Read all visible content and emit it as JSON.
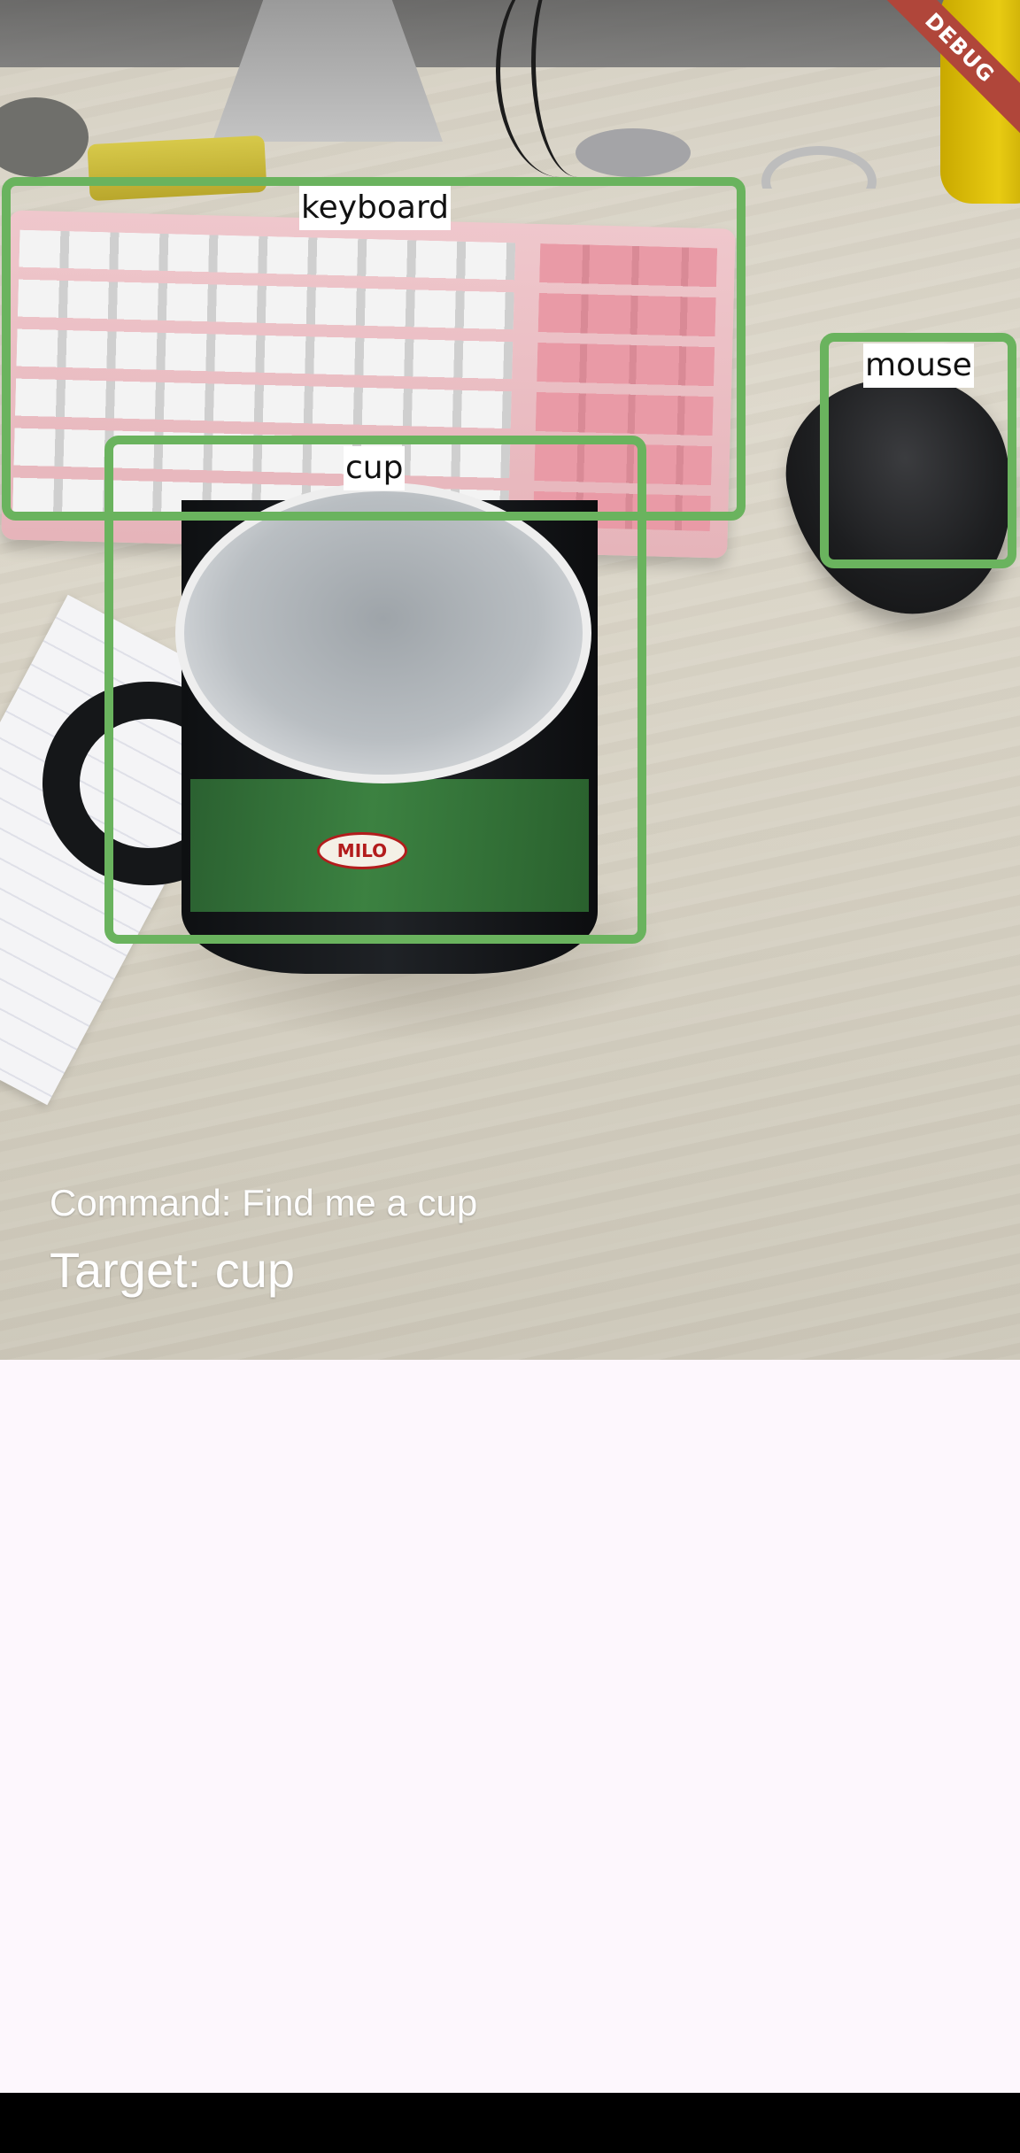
{
  "detections": [
    {
      "label": "keyboard"
    },
    {
      "label": "mouse"
    },
    {
      "label": "cup"
    }
  ],
  "overlay": {
    "command": "Command: Find me a cup",
    "target": "Target: cup"
  },
  "debug_banner": "DEBUG",
  "mug_logo_text": "MILO",
  "colors": {
    "detection_box": "#6ab35e",
    "label_background": "#ffffff",
    "debug_banner": "#b0463a",
    "lower_background": "#fdf7fd",
    "nav_bar": "#000000"
  }
}
